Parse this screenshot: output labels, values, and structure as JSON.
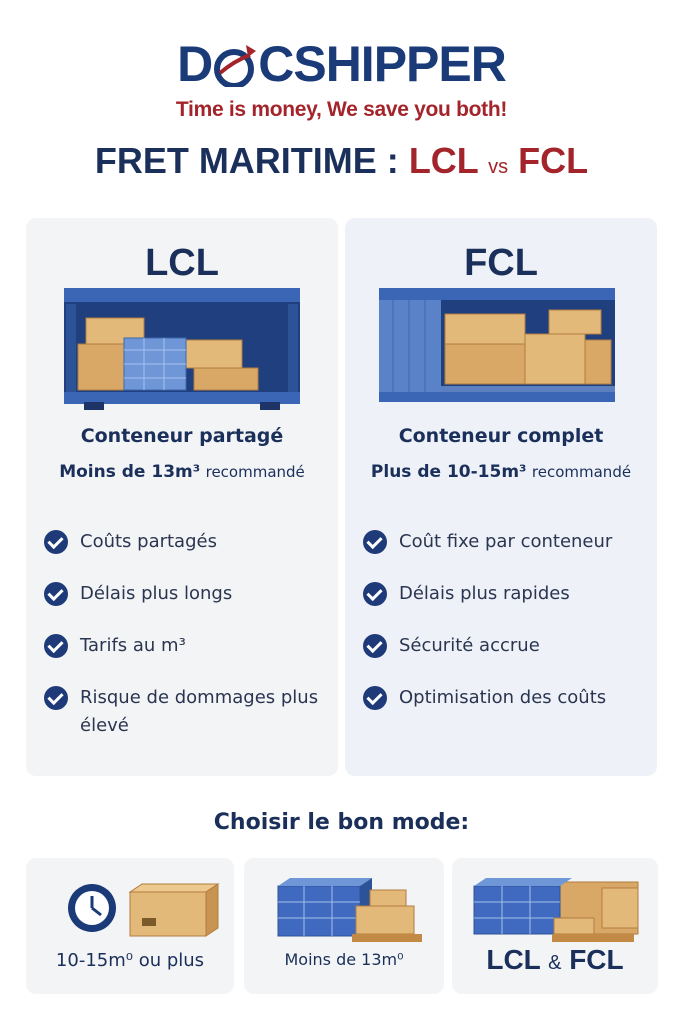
{
  "brand": {
    "name_left": "D",
    "name_right": "CSHIPPER",
    "tagline": "Time is money, We save you both!"
  },
  "title": {
    "main": "FRET MARITIME :",
    "lcl": "LCL",
    "vs": "vs",
    "fcl": "FCL"
  },
  "lcl": {
    "heading": "LCL",
    "subtitle": "Conteneur partagé",
    "volume": "Moins de 13m³",
    "recommend": "recommandé",
    "features": [
      "Coûts partagés",
      "Délais plus longs",
      "Tarifs au m³",
      "Risque de dommages plus élevé"
    ]
  },
  "fcl": {
    "heading": "FCL",
    "subtitle": "Conteneur complet",
    "volume": "Plus de 10-15m³",
    "recommend": "recommandé",
    "features": [
      "Coût fixe par conteneur",
      "Délais plus rapides",
      "Sécurité accrue",
      "Optimisation des coûts"
    ]
  },
  "choose": {
    "title": "Choisir le bon mode:",
    "options": [
      {
        "label": "10-15m⁰ ou plus"
      },
      {
        "label": "Moins de 13m⁰"
      },
      {
        "lcl": "LCL",
        "amp": "&",
        "fcl": "FCL"
      }
    ]
  },
  "colors": {
    "navy": "#1a2f5a",
    "brand_blue": "#1a3a78",
    "brand_red": "#a3242b",
    "container_blue": "#2f5aa8",
    "box_tan": "#e3b97a",
    "panel_bg": "#f3f4f6"
  }
}
